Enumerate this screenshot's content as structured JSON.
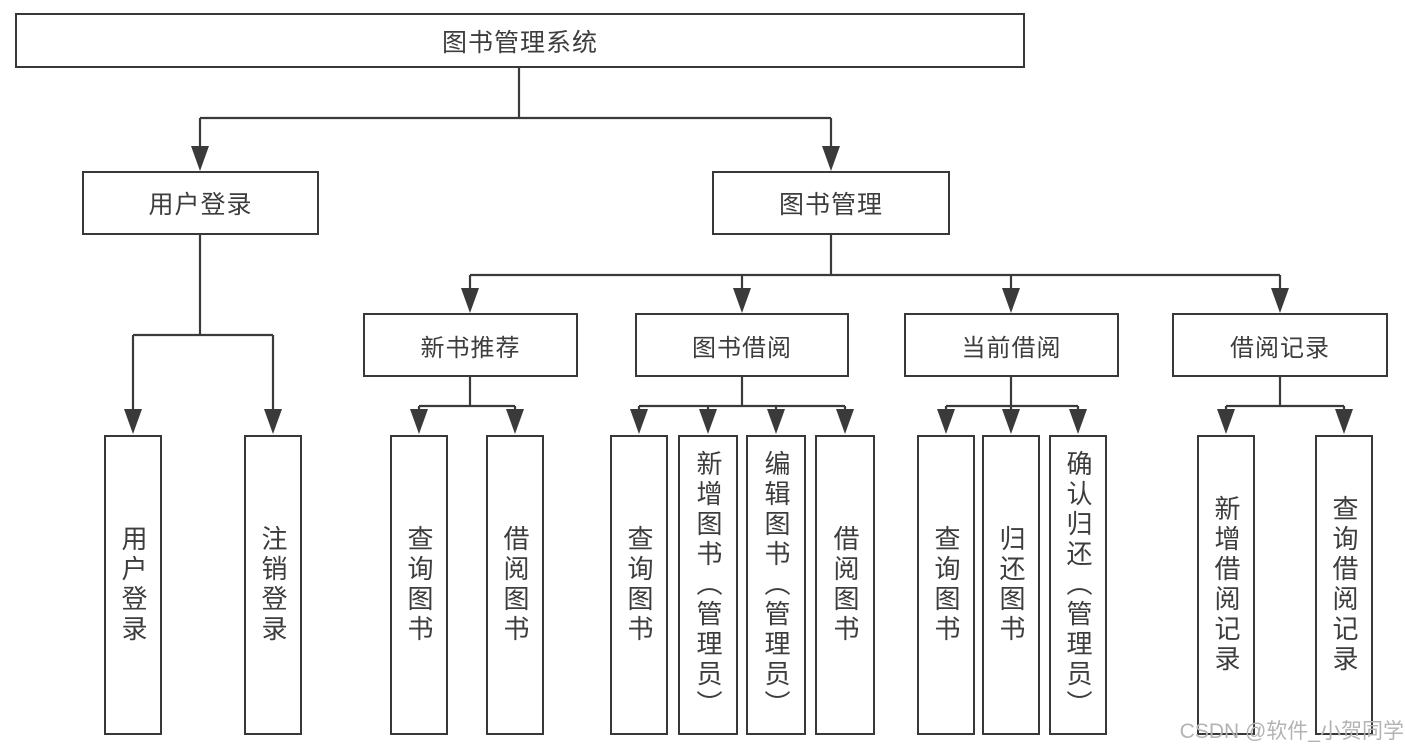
{
  "diagram": {
    "root": {
      "label": "图书管理系统"
    },
    "branches": [
      {
        "label": "用户登录",
        "children": [
          "用户登录",
          "注销登录"
        ]
      },
      {
        "label": "图书管理",
        "groups": [
          {
            "label": "新书推荐",
            "children": [
              "查询图书",
              "借阅图书"
            ]
          },
          {
            "label": "图书借阅",
            "children": [
              "查询图书",
              "新增图书（管理员）",
              "编辑图书（管理员）",
              "借阅图书"
            ]
          },
          {
            "label": "当前借阅",
            "children": [
              "查询图书",
              "归还图书",
              "确认归还（管理员）"
            ]
          },
          {
            "label": "借阅记录",
            "children": [
              "新增借阅记录",
              "查询借阅记录"
            ]
          }
        ]
      }
    ]
  },
  "watermark": {
    "text": "CSDN @软件_小贺同学"
  },
  "colors": {
    "line": "#3a3a3a",
    "border": "#383838",
    "text": "#3d3d3d",
    "watermark": "#b3b3b3",
    "background": "#ffffff"
  }
}
